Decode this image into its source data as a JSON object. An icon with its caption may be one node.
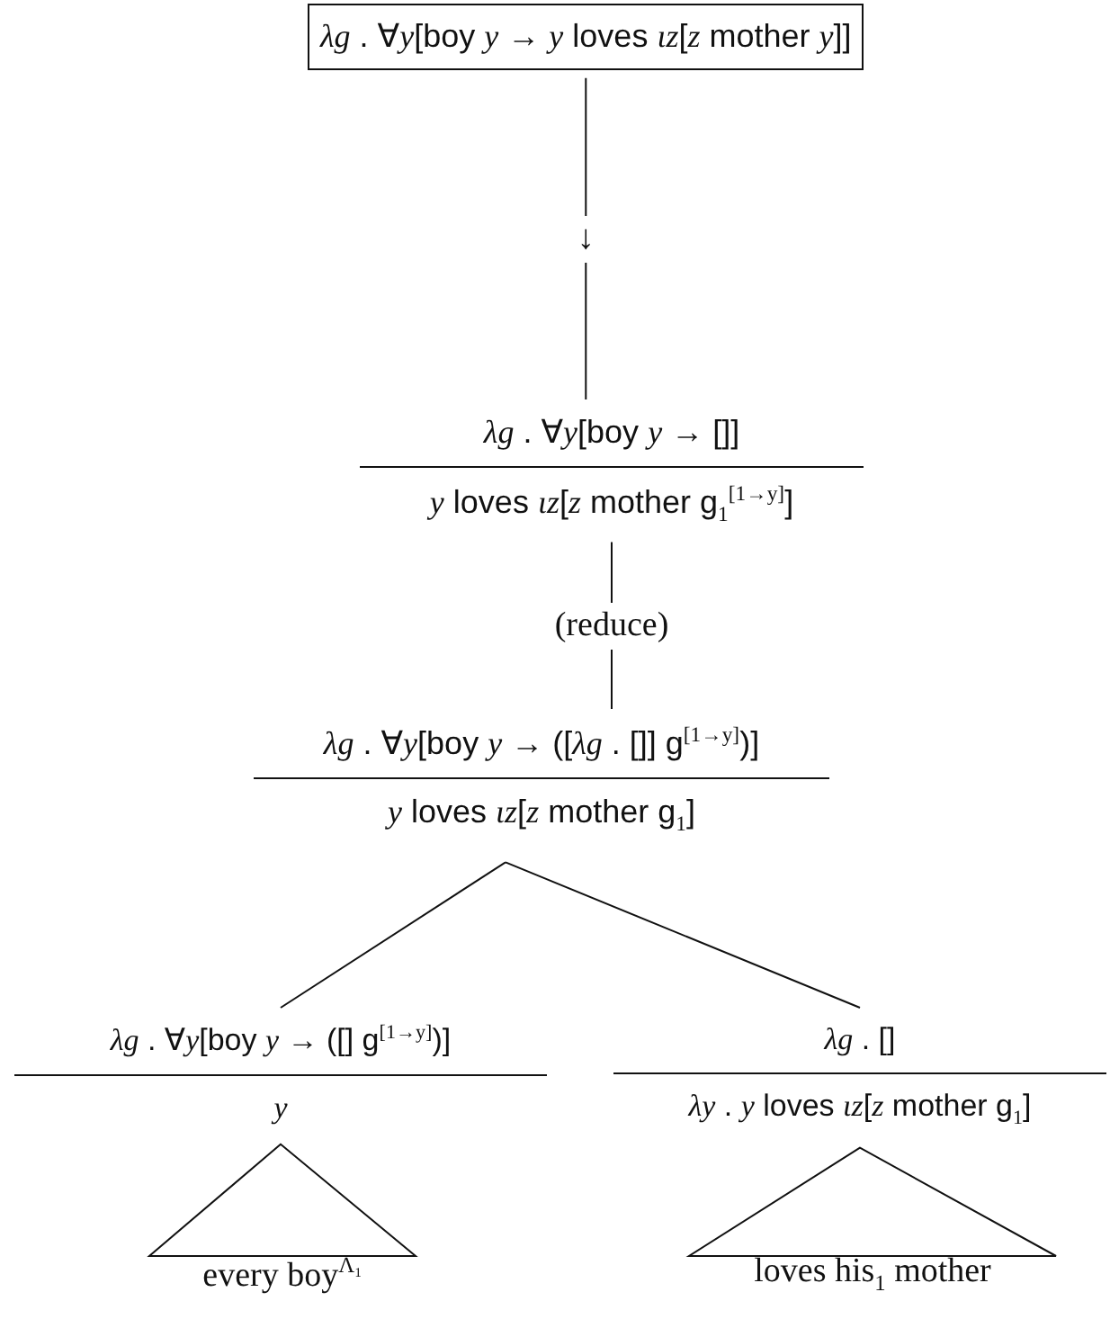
{
  "diagram": {
    "nodes": [
      {
        "text": [
          "*λg* . ∀*y*[boy *y* → *y* loves *ιz*[*z* mother *y*]]"
        ]
      },
      {
        "text": [
          "*λg* . ∀*y*[boy *y* → []]",
          "*y* loves *ιz*[*z* mother g$_{1}$$^{[1→y]}$]"
        ]
      },
      {
        "text": [
          "*λg* . ∀*y*[boy *y* → ([*λg* . []] g$^{[1→y]}$)]",
          "*y* loves *ιz*[*z* mother g$_{1}$]"
        ]
      },
      {
        "text": [
          "*λg* . ∀*y*[boy *y* → ([] g$^{[1→y]}$)]",
          "*y*"
        ]
      },
      {
        "text": [
          "*λg* . []",
          "*λy* . *y* loves *ιz*[*z* mother g$_{1}$]"
        ]
      },
      {
        "text": [
          "every boy$^{Λ₁}$"
        ]
      },
      {
        "text": [
          "loves his$_{1}$ mother"
        ]
      }
    ],
    "edges": [
      {
        "from": 0,
        "to": 1,
        "arrow": "none",
        "label": "↓"
      },
      {
        "from": 1,
        "to": 2,
        "arrow": "none",
        "label": "(reduce)"
      },
      {
        "from": 2,
        "to": 3,
        "arrow": "none"
      },
      {
        "from": 2,
        "to": 4,
        "arrow": "none"
      },
      {
        "from": 3,
        "to": 5,
        "arrow": "none"
      },
      {
        "from": 4,
        "to": 6,
        "arrow": "none"
      }
    ]
  }
}
